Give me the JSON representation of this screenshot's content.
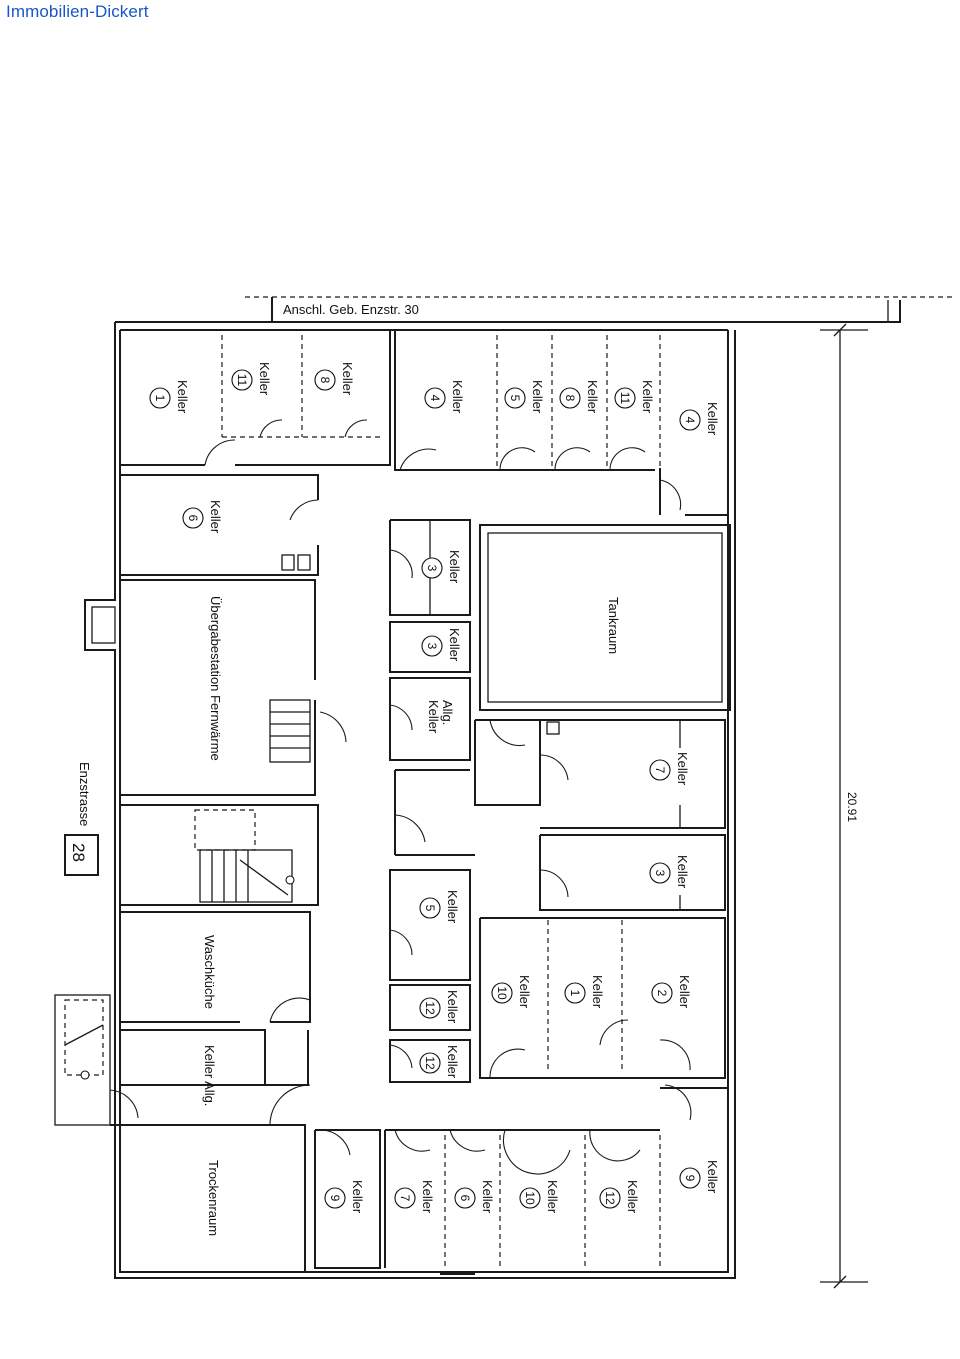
{
  "watermark": "Immobilien-Dickert",
  "neighbor_label": "Anschl. Geb. Enzstr. 30",
  "street_name": "Enzstrasse",
  "house_number": "28",
  "dimension": "20.91",
  "keller_word": "Keller",
  "rooms": {
    "uebergabe": "Übergabestation Fernwärme",
    "tankraum": "Tankraum",
    "waschkueche": "Waschküche",
    "keller_allg_1": "Keller Allg.",
    "allg_keller_a": "Allg.",
    "allg_keller_b": "Keller",
    "trockenraum": "Trockenraum"
  },
  "keller_numbers": {
    "k1": "1",
    "k11a": "11",
    "k8a": "8",
    "k4a": "4",
    "k5a": "5",
    "k8b": "8",
    "k11b": "11",
    "k4b": "4",
    "k6a": "6",
    "k3a": "3",
    "k3b": "3",
    "k7a": "7",
    "k3c": "3",
    "k5b": "5",
    "k12a": "12",
    "k12b": "12",
    "k10a": "10",
    "k1b": "1",
    "k2": "2",
    "k9a": "9",
    "k7b": "7",
    "k6b": "6",
    "k10b": "10",
    "k12c": "12",
    "k9b": "9"
  }
}
